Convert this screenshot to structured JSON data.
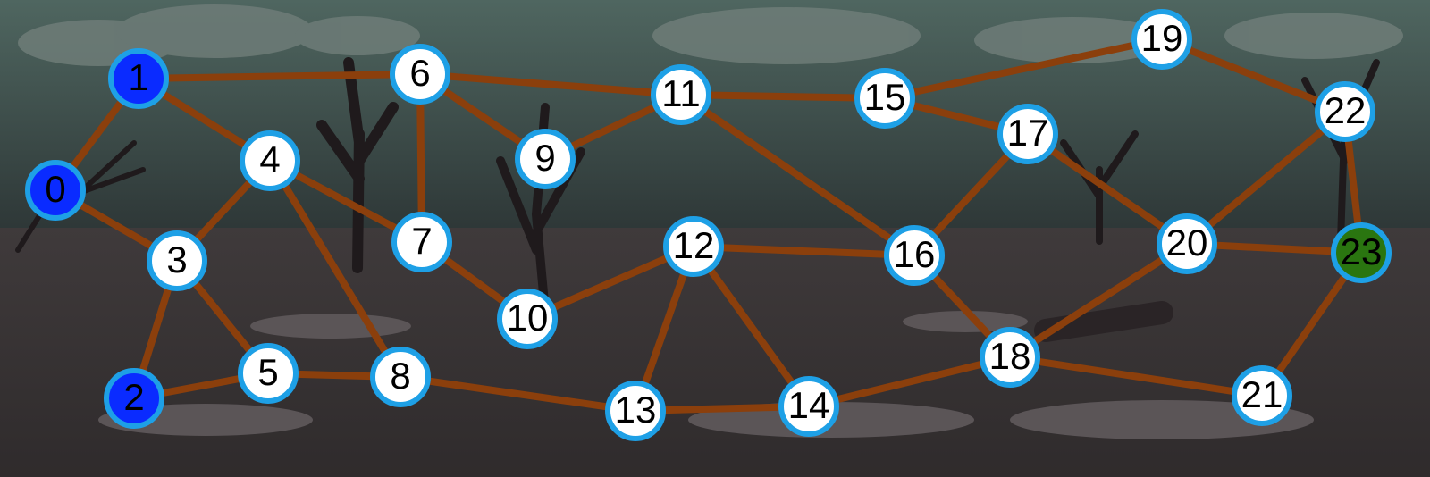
{
  "game": {
    "type": "graph-path",
    "start_nodes": [
      "0",
      "1",
      "2"
    ],
    "goal_node": "23"
  },
  "colors": {
    "edge": "#8b3f0c",
    "node_fill_default": "#ffffff",
    "node_fill_start": "#0a2bff",
    "node_fill_goal": "#2a7510",
    "node_ring": "#1ea0e6",
    "sky_top": "#4f6660",
    "sky_bottom": "#2d3636",
    "ground": "#3a3536"
  },
  "nodes": [
    {
      "id": "0",
      "label": "0",
      "state": "start"
    },
    {
      "id": "1",
      "label": "1",
      "state": "start"
    },
    {
      "id": "2",
      "label": "2",
      "state": "start"
    },
    {
      "id": "3",
      "label": "3",
      "state": "default"
    },
    {
      "id": "4",
      "label": "4",
      "state": "default"
    },
    {
      "id": "5",
      "label": "5",
      "state": "default"
    },
    {
      "id": "6",
      "label": "6",
      "state": "default"
    },
    {
      "id": "7",
      "label": "7",
      "state": "default"
    },
    {
      "id": "8",
      "label": "8",
      "state": "default"
    },
    {
      "id": "9",
      "label": "9",
      "state": "default"
    },
    {
      "id": "10",
      "label": "10",
      "state": "default"
    },
    {
      "id": "11",
      "label": "11",
      "state": "default"
    },
    {
      "id": "12",
      "label": "12",
      "state": "default"
    },
    {
      "id": "13",
      "label": "13",
      "state": "default"
    },
    {
      "id": "14",
      "label": "14",
      "state": "default"
    },
    {
      "id": "15",
      "label": "15",
      "state": "default"
    },
    {
      "id": "16",
      "label": "16",
      "state": "default"
    },
    {
      "id": "17",
      "label": "17",
      "state": "default"
    },
    {
      "id": "18",
      "label": "18",
      "state": "default"
    },
    {
      "id": "19",
      "label": "19",
      "state": "default"
    },
    {
      "id": "20",
      "label": "20",
      "state": "default"
    },
    {
      "id": "21",
      "label": "21",
      "state": "default"
    },
    {
      "id": "22",
      "label": "22",
      "state": "default"
    },
    {
      "id": "23",
      "label": "23",
      "state": "goal"
    }
  ],
  "edges": [
    [
      "0",
      "1"
    ],
    [
      "0",
      "3"
    ],
    [
      "1",
      "6"
    ],
    [
      "1",
      "4"
    ],
    [
      "3",
      "4"
    ],
    [
      "3",
      "2"
    ],
    [
      "3",
      "5"
    ],
    [
      "2",
      "5"
    ],
    [
      "5",
      "8"
    ],
    [
      "4",
      "7"
    ],
    [
      "4",
      "8"
    ],
    [
      "6",
      "7"
    ],
    [
      "6",
      "11"
    ],
    [
      "6",
      "9"
    ],
    [
      "9",
      "11"
    ],
    [
      "7",
      "10"
    ],
    [
      "10",
      "12"
    ],
    [
      "11",
      "15"
    ],
    [
      "11",
      "16"
    ],
    [
      "8",
      "13"
    ],
    [
      "12",
      "13"
    ],
    [
      "12",
      "14"
    ],
    [
      "12",
      "16"
    ],
    [
      "13",
      "14"
    ],
    [
      "14",
      "18"
    ],
    [
      "15",
      "19"
    ],
    [
      "15",
      "17"
    ],
    [
      "17",
      "16"
    ],
    [
      "17",
      "20"
    ],
    [
      "16",
      "18"
    ],
    [
      "18",
      "20"
    ],
    [
      "18",
      "21"
    ],
    [
      "19",
      "22"
    ],
    [
      "22",
      "20"
    ],
    [
      "22",
      "23"
    ],
    [
      "20",
      "23"
    ],
    [
      "21",
      "23"
    ]
  ]
}
